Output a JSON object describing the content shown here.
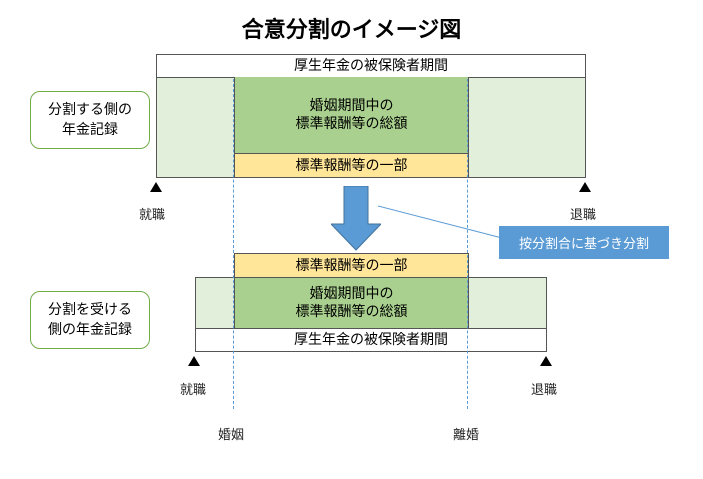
{
  "title": "合意分割のイメージ図",
  "top_section": {
    "label": "分割する側の\n年金記録",
    "period_bar": "厚生年金の被保険者期間",
    "marriage_total": "婚姻期間中の\n標準報酬等の総額",
    "portion": "標準報酬等の一部",
    "start_label": "就職",
    "end_label": "退職"
  },
  "callout": "按分割合に基づき分割",
  "bottom_section": {
    "label": "分割を受ける\n側の年金記録",
    "portion": "標準報酬等の一部",
    "marriage_total": "婚姻期間中の\n標準報酬等の総額",
    "period_bar": "厚生年金の被保険者期間",
    "start_label": "就職",
    "end_label": "退職"
  },
  "marker_labels": {
    "marriage": "婚姻",
    "divorce": "離婚"
  }
}
